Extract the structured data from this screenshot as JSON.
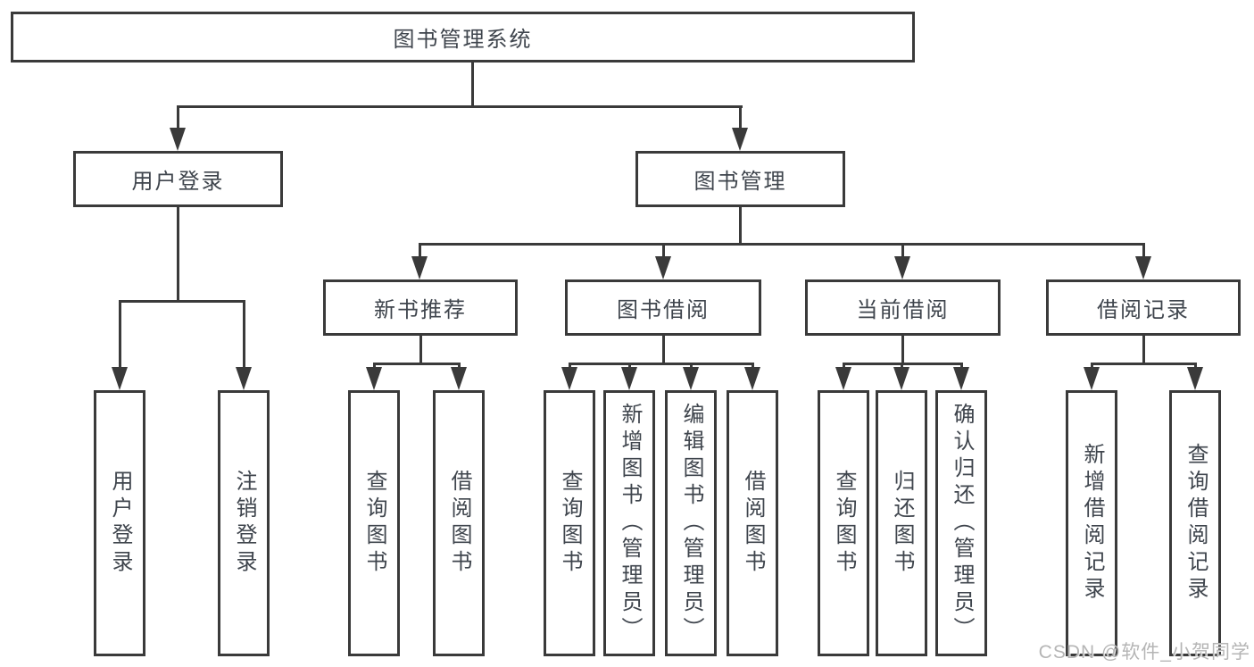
{
  "colors": {
    "line": "#3a3a3a",
    "text": "#3f454d",
    "watermark": "#b5b5b5",
    "background": "#ffffff"
  },
  "watermark": "CSDN @软件_小贺同学",
  "tree": {
    "root": {
      "label": "图书管理系统"
    },
    "branches": [
      {
        "label": "用户登录",
        "leaves": [
          {
            "label": "用户登录"
          },
          {
            "label": "注销登录"
          }
        ]
      },
      {
        "label": "图书管理",
        "groups": [
          {
            "label": "新书推荐",
            "leaves": [
              {
                "label": "查询图书"
              },
              {
                "label": "借阅图书"
              }
            ]
          },
          {
            "label": "图书借阅",
            "leaves": [
              {
                "label": "查询图书"
              },
              {
                "label": "新增图书（管理员）"
              },
              {
                "label": "编辑图书（管理员）"
              },
              {
                "label": "借阅图书"
              }
            ]
          },
          {
            "label": "当前借阅",
            "leaves": [
              {
                "label": "查询图书"
              },
              {
                "label": "归还图书"
              },
              {
                "label": "确认归还（管理员）"
              }
            ]
          },
          {
            "label": "借阅记录",
            "leaves": [
              {
                "label": "新增借阅记录"
              },
              {
                "label": "查询借阅记录"
              }
            ]
          }
        ]
      }
    ]
  }
}
